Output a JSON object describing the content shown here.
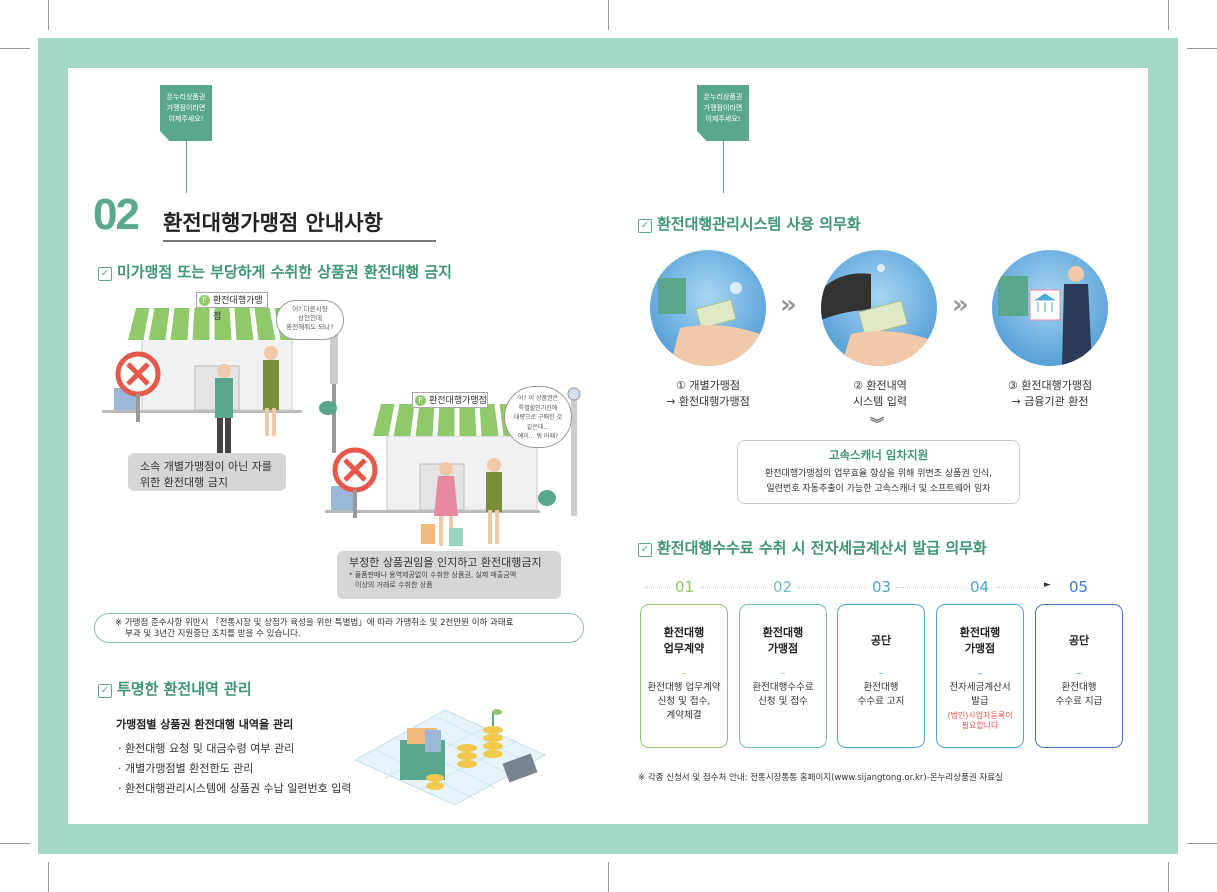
{
  "brand_tag": [
    "온누리상품권",
    "가맹점이라면",
    "이제주세요!"
  ],
  "left": {
    "number": "02",
    "title": "환전대행가맹점 안내사항",
    "section1": "미가맹점 또는 부당하게 수취한 상품권 환전대행 금지",
    "sign_text": "환전대행가맹점",
    "sign_letter": "F",
    "bubble1": [
      "어? 다른시장",
      "상인인데",
      "환전해줘도 되나?"
    ],
    "bubble2": [
      "어? 이 상품권은",
      "특별할인기간에",
      "대량으로 구매한 것",
      "같은데...",
      "에이... 뭐 어때?"
    ],
    "box1": [
      "소속 개별가맹점이 아닌 자를",
      "위한 환전대행 금지"
    ],
    "box2_main": "부정한 상품권임을 인지하고 환전대행금지",
    "box2_sub": [
      "* 물품판매나 용역제공없이 수취한 상품권, 실제 매출금액",
      "이상의 거래로 수취한 상품"
    ],
    "note": [
      "※ 가맹점 준수사항 위반시 「전통시장 및 상점가 육성을 위한 특별법」에 따라 가맹취소 및 2천만원 이하 과태료",
      "부과 및 3년간 지원중단 조치를 받을 수 있습니다."
    ],
    "section2": "투명한 환전내역 관리",
    "list_heading": "가맹점별 상품권 환전대행 내역을 관리",
    "list_items": [
      "· 환전대행 요청 및 대금수령 여부 관리",
      "· 개별가맹점별 환전한도 관리",
      "· 환전대행관리시스템에 상품권 수납 일련번호 입력"
    ]
  },
  "right": {
    "section1": "환전대행관리시스템 사용 의무화",
    "steps": [
      {
        "line1": "① 개별가맹점",
        "line2": "→ 환전대행가맹점"
      },
      {
        "line1": "② 환전내역",
        "line2": "시스템 입력"
      },
      {
        "line1": "③ 환전대행가맹점",
        "line2": "→ 금융기관 환전"
      }
    ],
    "scanner_title": "고속스캐너 임차지원",
    "scanner_desc": [
      "환전대행가맹점의 업무효율 향상을 위해 위변조 상품권 인식,",
      "일련번호 자동추출이 가능한 고속스캐너 및 소프트웨어 임차"
    ],
    "section2": "환전대행수수료 수취 시 전자세금계산서 발급 의무화",
    "step_numbers": [
      "01",
      "02",
      "03",
      "04",
      "05"
    ],
    "cards": [
      {
        "title1": "환전대행",
        "title2": "업무계약",
        "dash": "–",
        "desc": [
          "환전대행 업무계약",
          "신청 및 접수,",
          "계약체결"
        ],
        "note": []
      },
      {
        "title1": "환전대행",
        "title2": "가맹점",
        "dash": "–",
        "desc": [
          "환전대행수수료",
          "신청 및 접수"
        ],
        "note": []
      },
      {
        "title1": "공단",
        "title2": "",
        "dash": "–",
        "desc": [
          "환전대행",
          "수수료 고지"
        ],
        "note": []
      },
      {
        "title1": "환전대행",
        "title2": "가맹점",
        "dash": "–",
        "desc": [
          "전자세금계산서",
          "발급"
        ],
        "note": [
          "(법인)사업자등록이",
          "필요합니다"
        ]
      },
      {
        "title1": "공단",
        "title2": "",
        "dash": "–",
        "desc": [
          "환전대행",
          "수수료 지급"
        ],
        "note": []
      }
    ],
    "footnote": "※ 각종 신청서 및 접수처 안내: 전통시장통통 홈페이지(www.sijangtong.or.kr)-온누리상품권 자료실"
  },
  "colors": {
    "frame": "#a6d8c9",
    "accent": "#5aa88c",
    "heading": "#3f9474",
    "card_green": "#8fc96a",
    "card_blue": "#4ea7d6",
    "card_navy": "#3b7ac8",
    "warning": "#e5584a"
  }
}
